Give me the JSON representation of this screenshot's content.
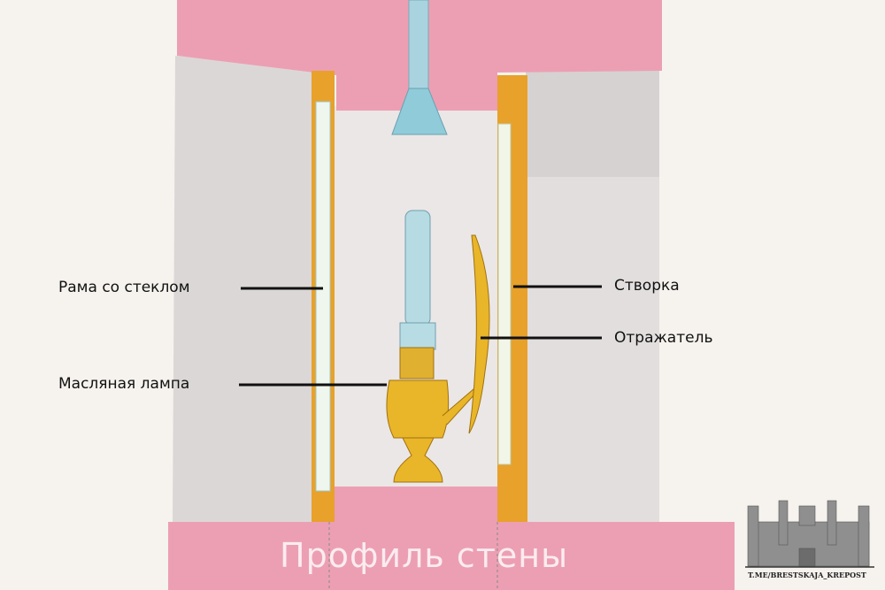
{
  "labels": {
    "frame_with_glass": "Рама со стеклом",
    "oil_lamp": "Масляная лампа",
    "sash": "Створка",
    "reflector": "Отражатель"
  },
  "title": "Профиль стены",
  "logo": {
    "text": "T.ME/BRESTSKAJA_KREPOST"
  },
  "colors": {
    "wall": "#ec9fb3",
    "frame": "#e8a12a",
    "glass": "#a9d4df",
    "lamp": "#e8b628",
    "niche": "#dcd7d7"
  }
}
